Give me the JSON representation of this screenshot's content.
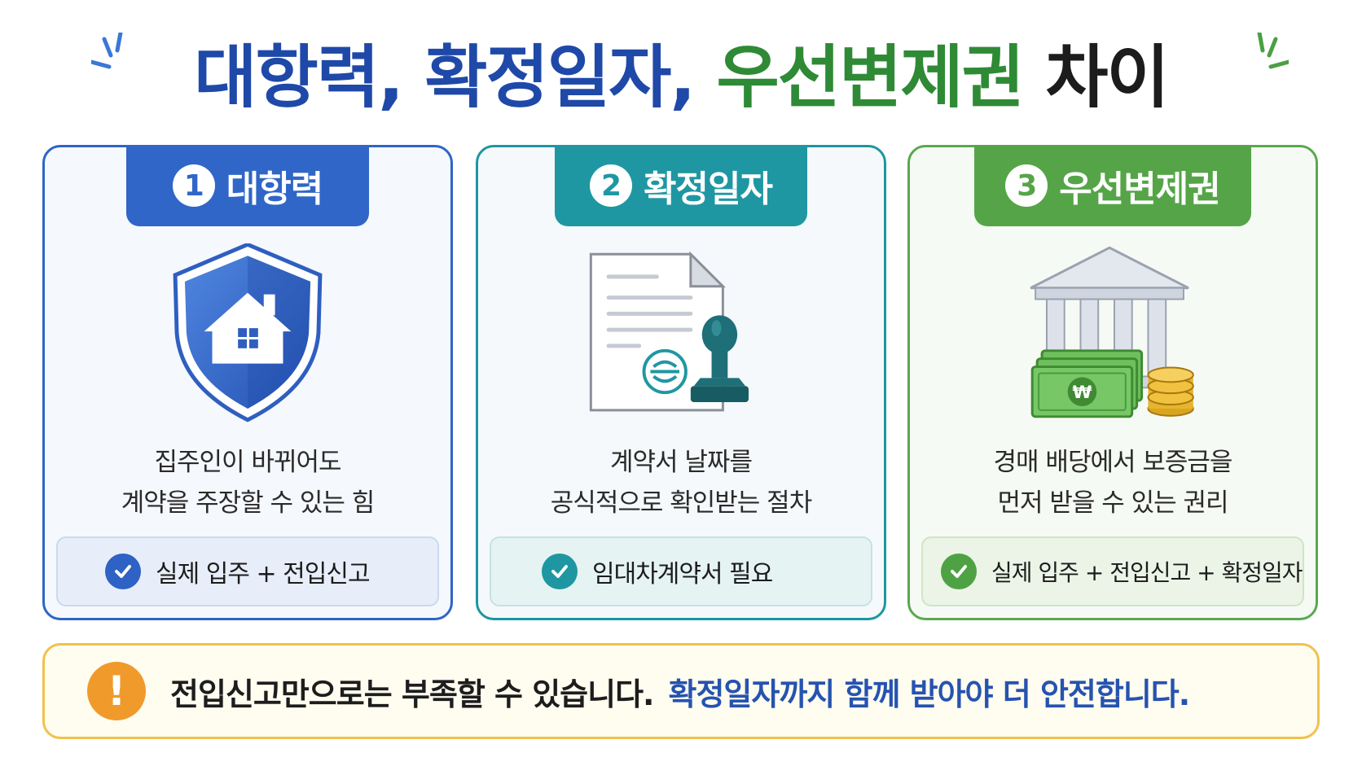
{
  "title": {
    "part1": "대항력,",
    "part2": "확정일자,",
    "part3": "우선변제권",
    "part4": "차이"
  },
  "cards": [
    {
      "num": "1",
      "title": "대항력",
      "icon": "shield-house-icon",
      "desc_line1": "집주인이 바뀌어도",
      "desc_line2": "계약을 주장할 수 있는 힘",
      "requirement": "실제 입주 + 전입신고"
    },
    {
      "num": "2",
      "title": "확정일자",
      "icon": "document-stamp-icon",
      "desc_line1": "계약서 날짜를",
      "desc_line2": "공식적으로 확인받는 절차",
      "requirement": "임대차계약서 필요"
    },
    {
      "num": "3",
      "title": "우선변제권",
      "icon": "bank-money-icon",
      "desc_line1": "경매 배당에서 보증금을",
      "desc_line2": "먼저 받을 수 있는 권리",
      "requirement": "실제 입주 + 전입신고 + 확정일자"
    }
  ],
  "warning": {
    "icon_text": "!",
    "text_dark": "전입신고만으로는 부족할 수 있습니다.",
    "text_blue": "확정일자까지 함께 받아야 더 안전합니다."
  },
  "colors": {
    "blue": "#2f66c8",
    "teal": "#1f97a3",
    "green": "#55a548",
    "warning_orange": "#f09a2c"
  },
  "currency_symbol": "₩"
}
